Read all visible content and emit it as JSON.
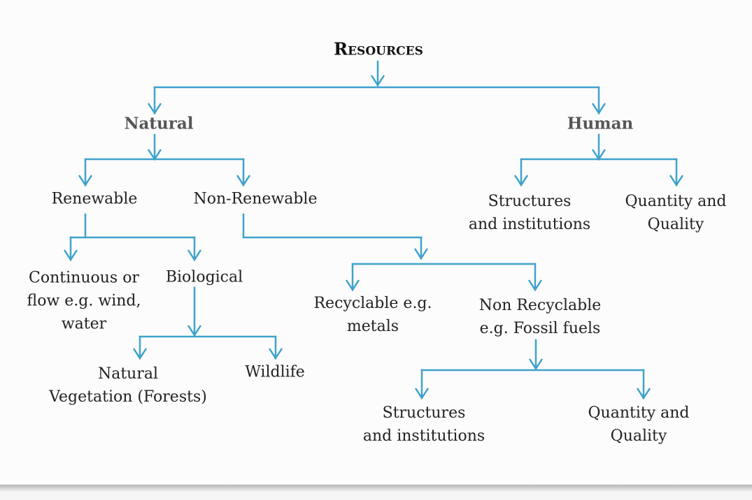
{
  "title": "Resources",
  "colors": {
    "connector": "#3ea2cb",
    "text": "#222222",
    "category": "#555555"
  },
  "nodes": {
    "natural": "Natural",
    "human": "Human",
    "renewable": "Renewable",
    "non_renewable": "Non-Renewable",
    "human_structures": [
      "Structures",
      "and institutions"
    ],
    "human_quantity": [
      "Quantity and",
      "Quality"
    ],
    "continuous": [
      "Continuous or",
      "flow e.g. wind,",
      "water"
    ],
    "biological": "Biological",
    "natural_vegetation": [
      "Natural",
      "Vegetation (Forests)"
    ],
    "wildlife": "Wildlife",
    "recyclable": [
      "Recyclable e.g.",
      "metals"
    ],
    "non_recyclable": [
      "Non Recyclable",
      "e.g. Fossil fuels"
    ],
    "nr_structures": [
      "Structures",
      "and institutions"
    ],
    "nr_quantity": [
      "Quantity and",
      "Quality"
    ]
  }
}
